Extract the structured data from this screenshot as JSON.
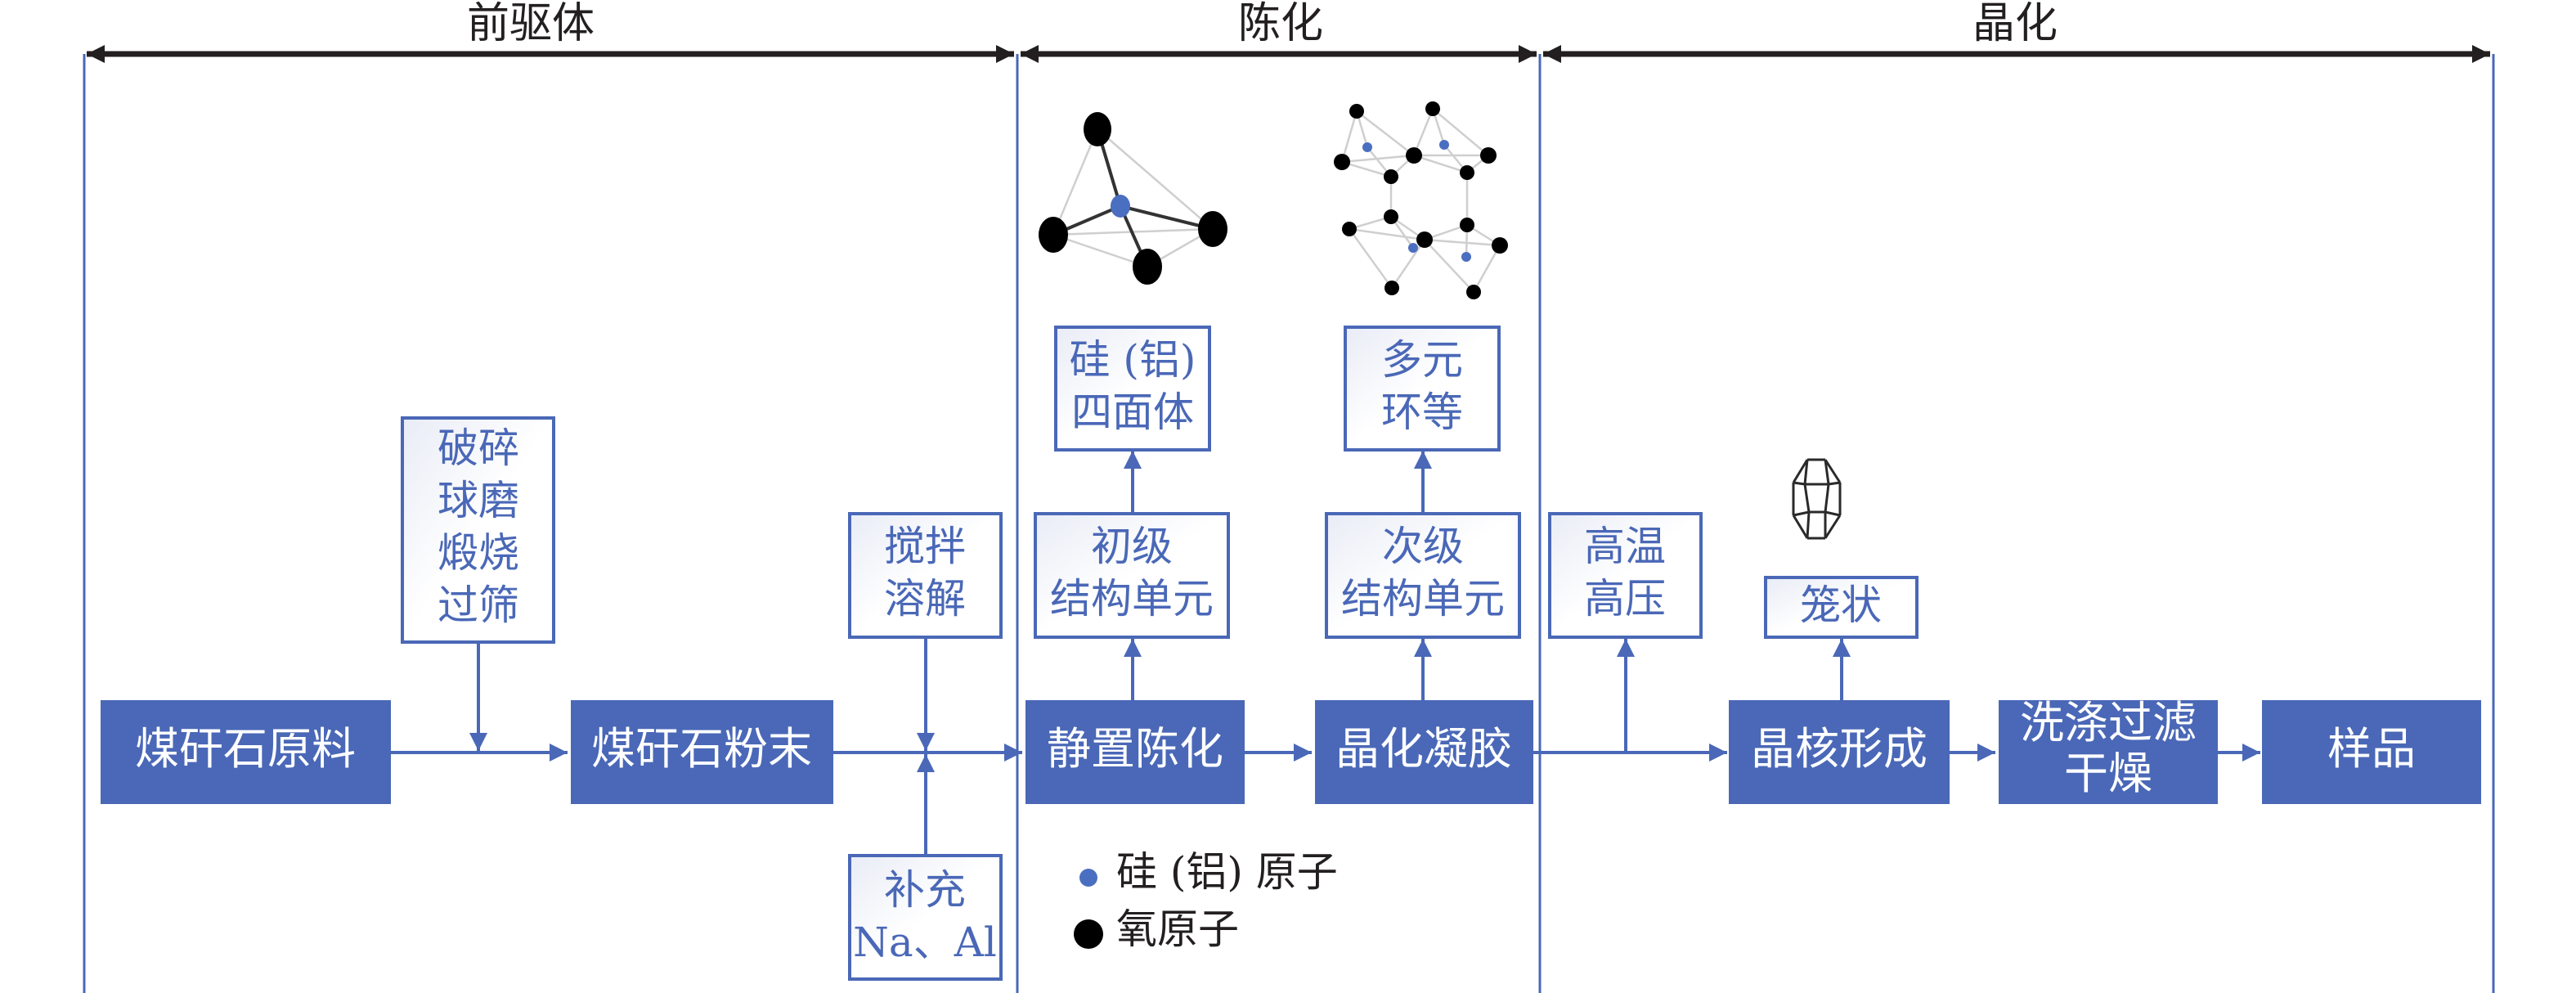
{
  "phases": [
    {
      "id": "precursor",
      "label": "前驱体"
    },
    {
      "id": "aging",
      "label": "陈化"
    },
    {
      "id": "crystallization",
      "label": "晶化"
    }
  ],
  "main_flow": [
    {
      "id": "raw",
      "label": "煤矸石原料"
    },
    {
      "id": "powder",
      "label": "煤矸石粉末"
    },
    {
      "id": "static_aging",
      "label": "静置陈化"
    },
    {
      "id": "gel",
      "label": "晶化凝胶"
    },
    {
      "id": "nucleation",
      "label": "晶核形成"
    },
    {
      "id": "wash",
      "lines": [
        "洗涤过滤",
        "干燥"
      ]
    },
    {
      "id": "sample",
      "label": "样品"
    }
  ],
  "side_boxes": {
    "pretreat": {
      "lines": [
        "破碎",
        "球磨",
        "煅烧",
        "过筛"
      ]
    },
    "stir": {
      "lines": [
        "搅拌",
        "溶解"
      ]
    },
    "supplement": {
      "lines": [
        "补充",
        "Na、Al"
      ]
    },
    "primary": {
      "lines": [
        "初级",
        "结构单元"
      ]
    },
    "tetrahedron": {
      "lines": [
        "硅 (铝)",
        "四面体"
      ]
    },
    "secondary": {
      "lines": [
        "次级",
        "结构单元"
      ]
    },
    "rings": {
      "lines": [
        "多元",
        "环等"
      ]
    },
    "high_tp": {
      "lines": [
        "高温",
        "高压"
      ]
    },
    "cage": {
      "lines": [
        "笼状"
      ]
    }
  },
  "legend": [
    {
      "marker": "blue-dot",
      "label": "硅 (铝) 原子"
    },
    {
      "marker": "black-dot",
      "label": "氧原子"
    }
  ],
  "colors": {
    "primary": "#4a68b7",
    "text_dark": "#231f20",
    "oxygen": "#000000",
    "silicon": "#4a6fc0"
  }
}
